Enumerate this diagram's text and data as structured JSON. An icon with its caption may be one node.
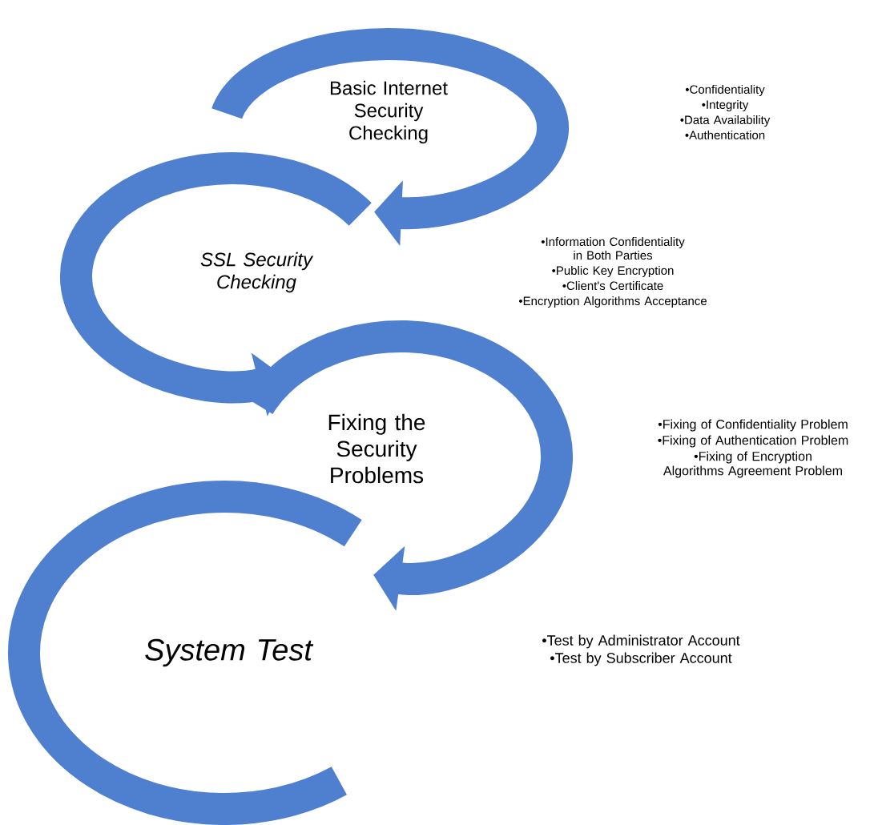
{
  "diagram": {
    "nodes": [
      {
        "text": [
          "Basic Internet Security Checking"
        ],
        "beside": [
          "•Confidentiality",
          "•Integrity",
          "•Data Availability",
          "•Authentication"
        ]
      },
      {
        "text": [
          "SSL Security Checking"
        ],
        "beside": [
          "•Information Confidentiality in Both Parties",
          "•Public Key Encryption",
          "•Client's Certificate",
          "•Encryption Algorithms Acceptance"
        ]
      },
      {
        "text": [
          "Fixing the Security Problems"
        ],
        "beside": [
          "•Fixing of Confidentiality Problem",
          "•Fixing of Authentication Problem",
          "•Fixing of Encryption Algorithms Agreement Problem"
        ]
      },
      {
        "text": [
          "System Test"
        ],
        "beside": [
          "•Test by Administrator Account",
          "•Test by Subscriber Account"
        ]
      }
    ]
  }
}
